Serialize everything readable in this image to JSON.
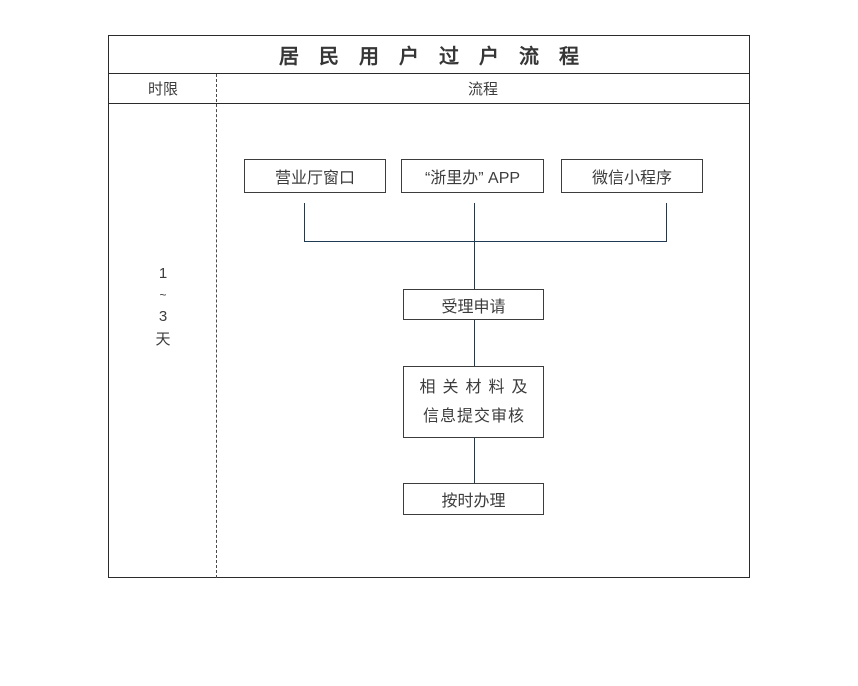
{
  "title": "居民用户过户流程",
  "header": {
    "time_limit": "时限",
    "process": "流程"
  },
  "time_limit": {
    "chars": [
      "1",
      "~",
      "3",
      "天"
    ]
  },
  "entry_boxes": [
    {
      "label": "营业厅窗口"
    },
    {
      "label": "“浙里办” APP"
    },
    {
      "label": "微信小程序"
    }
  ],
  "steps": {
    "accept": "受理申请",
    "materials_line1": "相关材料及",
    "materials_line2": "信息提交审核",
    "ontime": "按时办理"
  },
  "colors": {
    "table_border": "#2b2b2b",
    "box_border": "#3d3d3d",
    "text": "#3c3c3c",
    "connector": "#1f3a54",
    "divider_dashed": "#4a4a4a"
  }
}
